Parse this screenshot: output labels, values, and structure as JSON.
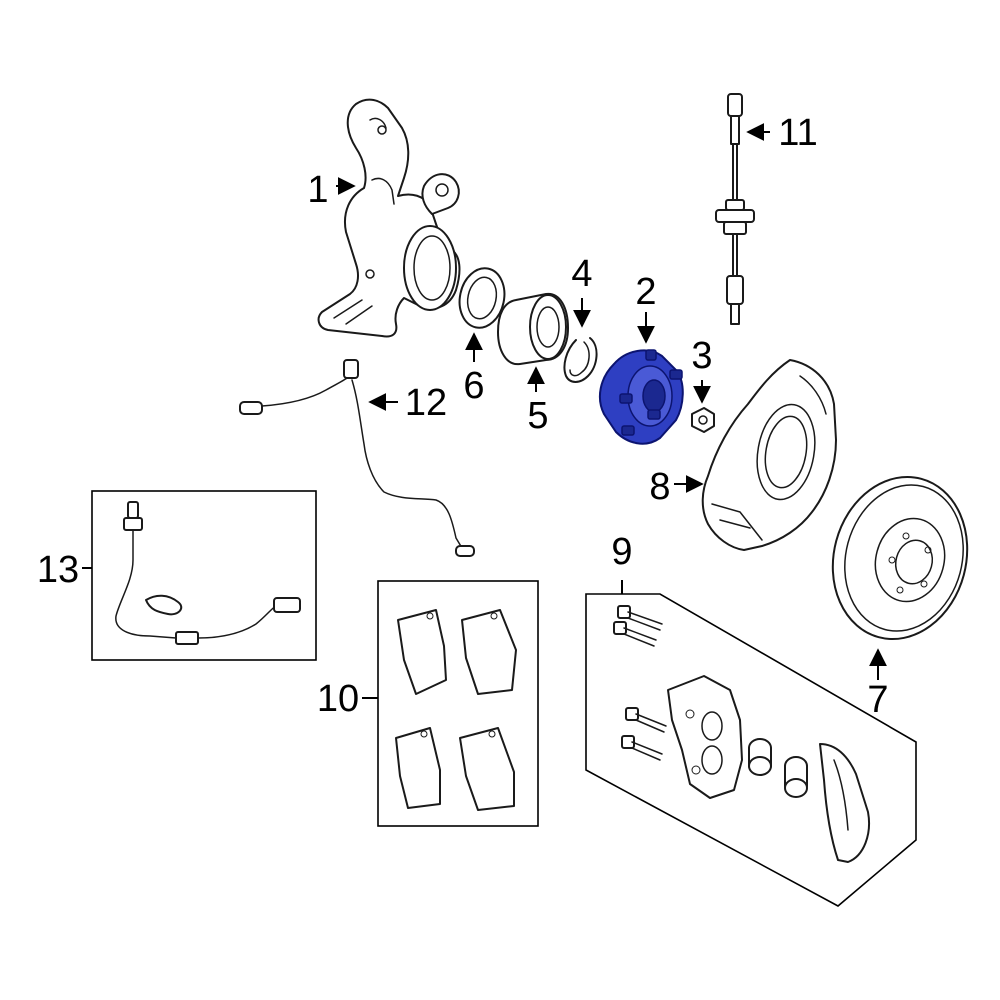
{
  "colors": {
    "highlight": "#2e3fc2",
    "line": "#1a1a1a",
    "background": "#ffffff"
  },
  "callouts": {
    "c1": "1",
    "c2": "2",
    "c3": "3",
    "c4": "4",
    "c5": "5",
    "c6": "6",
    "c7": "7",
    "c8": "8",
    "c9": "9",
    "c10": "10",
    "c11": "11",
    "c12": "12",
    "c13": "13"
  },
  "highlighted_part": "2"
}
